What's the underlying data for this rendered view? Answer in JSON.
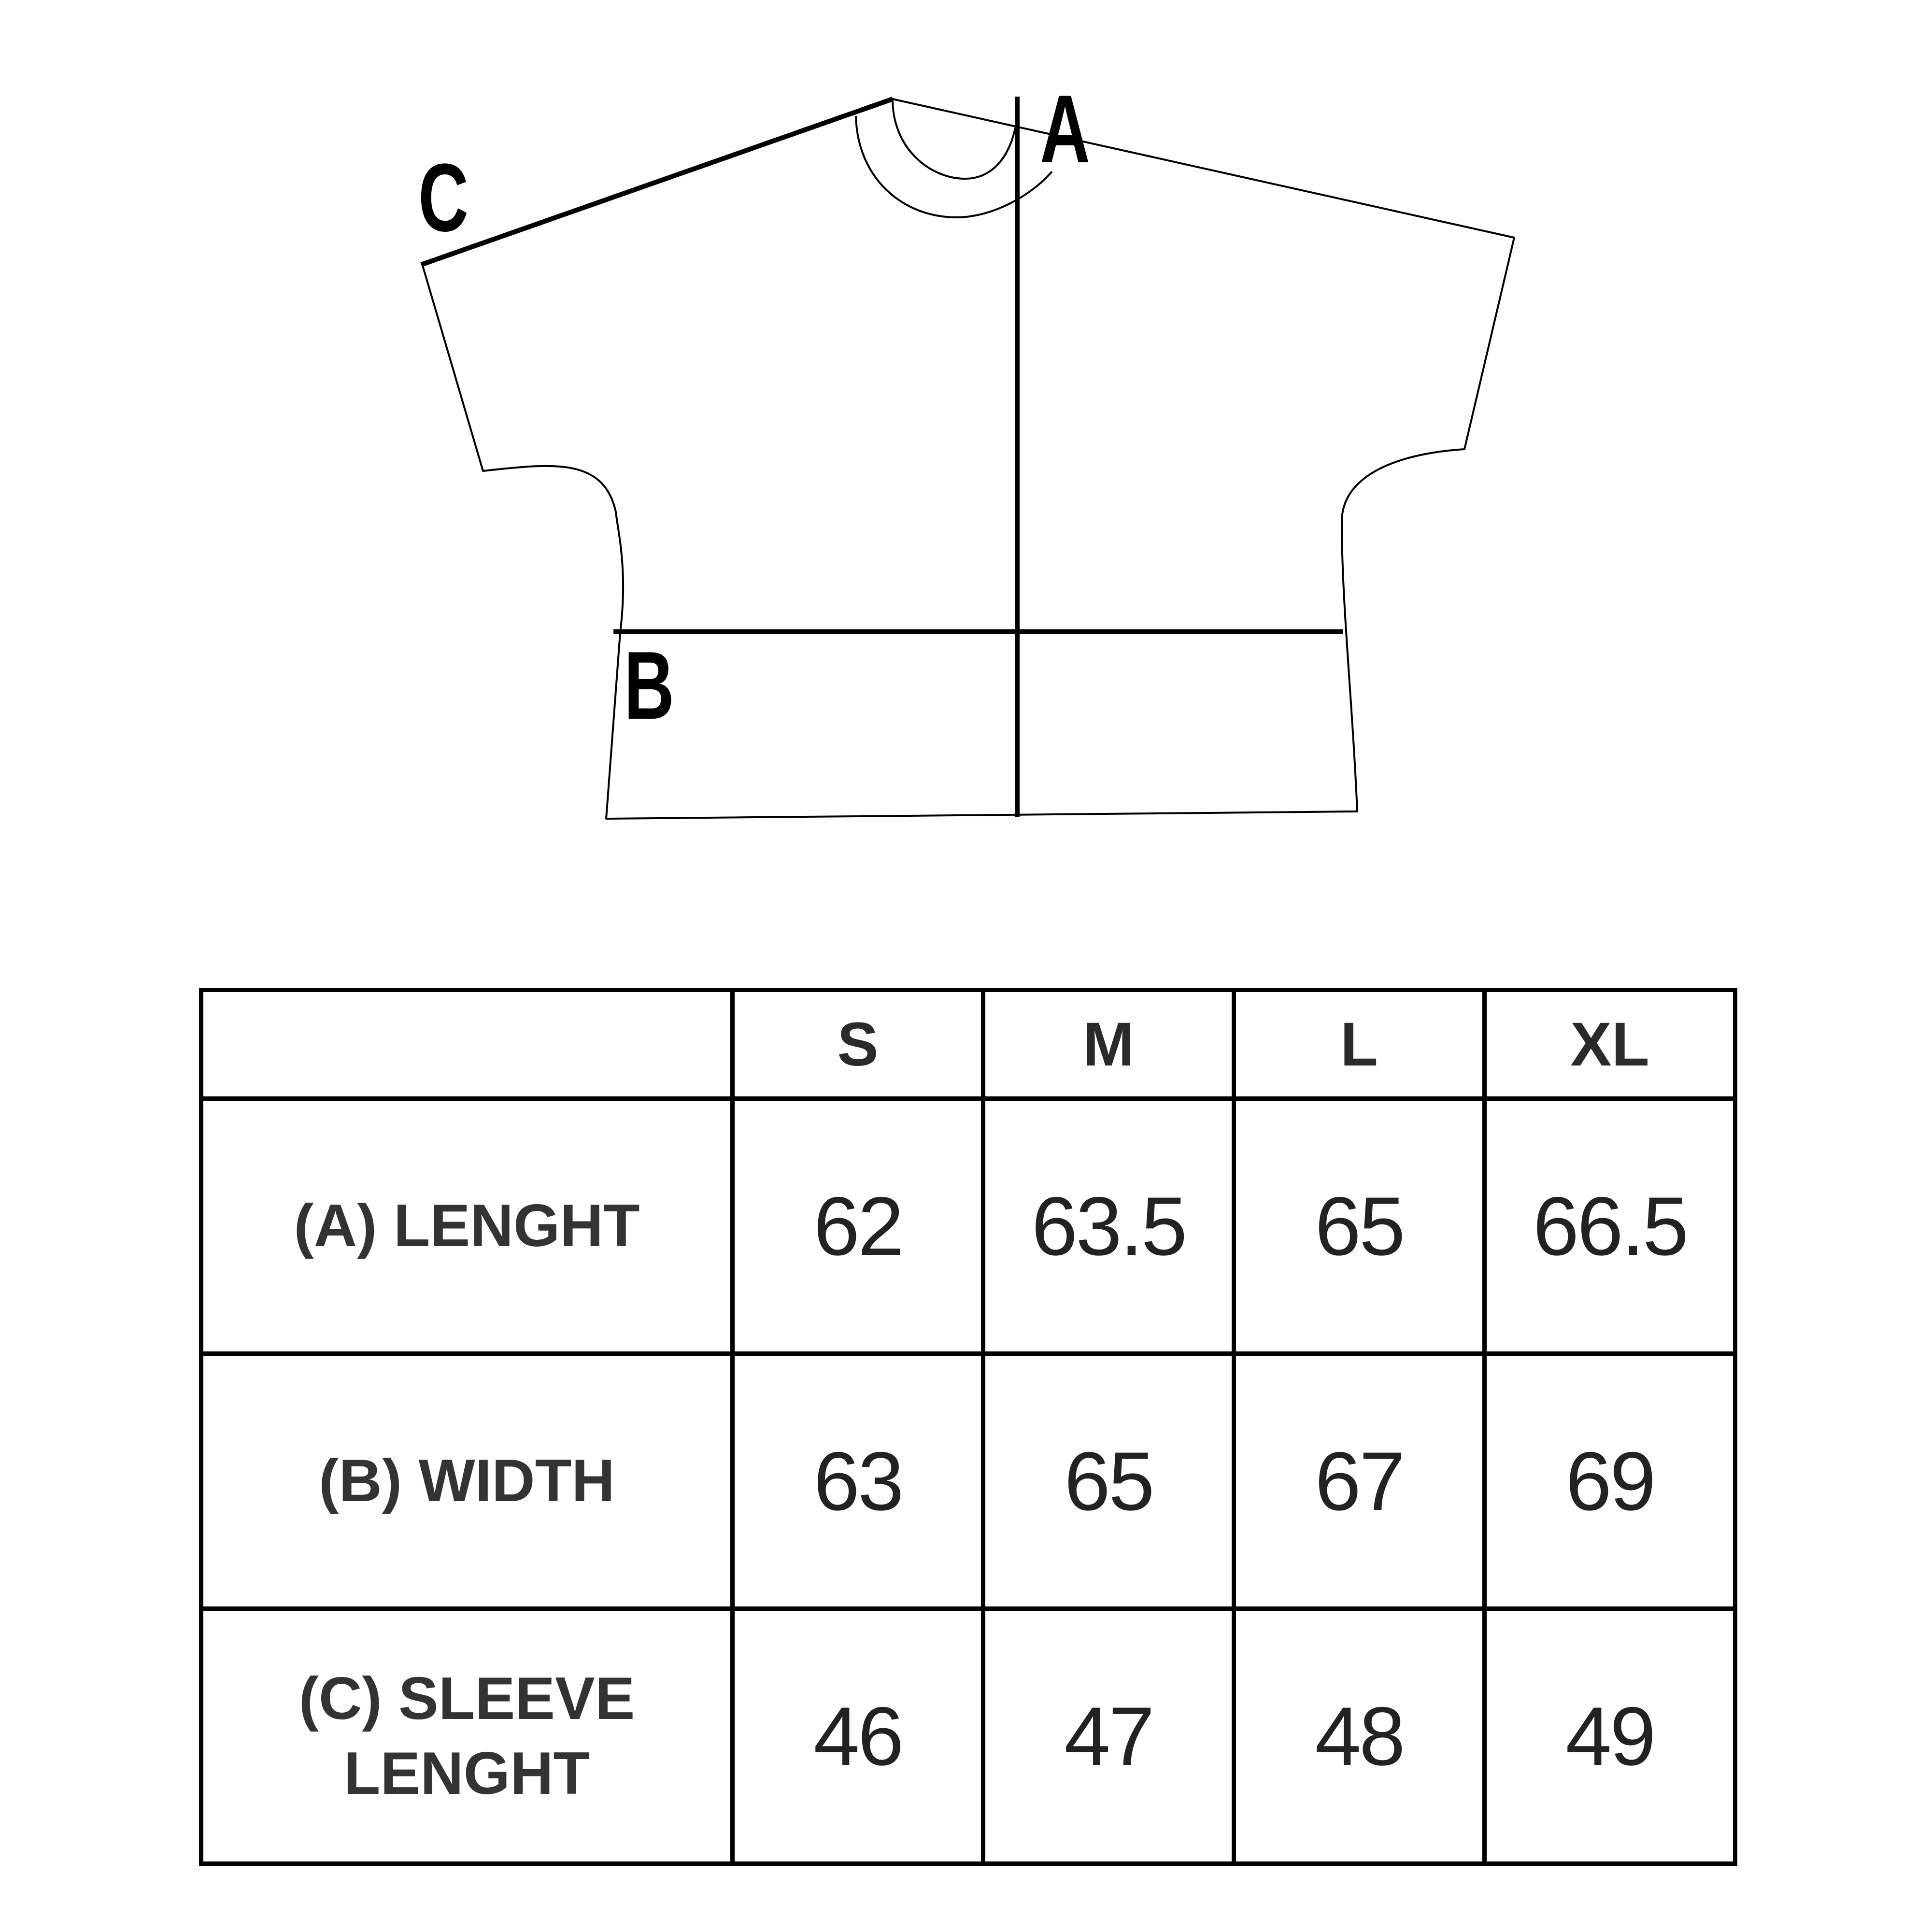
{
  "markers": {
    "a": "A",
    "b": "B",
    "c": "C"
  },
  "table": {
    "corner": "",
    "sizes": [
      "S",
      "M",
      "L",
      "XL"
    ],
    "rows": [
      {
        "label": "(A) LENGHT",
        "values": [
          "62",
          "63.5",
          "65",
          "66.5"
        ]
      },
      {
        "label": "(B) WIDTH",
        "values": [
          "63",
          "65",
          "67",
          "69"
        ]
      },
      {
        "label": "(C) SLEEVE LENGHT",
        "values": [
          "46",
          "47",
          "48",
          "49"
        ]
      }
    ]
  }
}
